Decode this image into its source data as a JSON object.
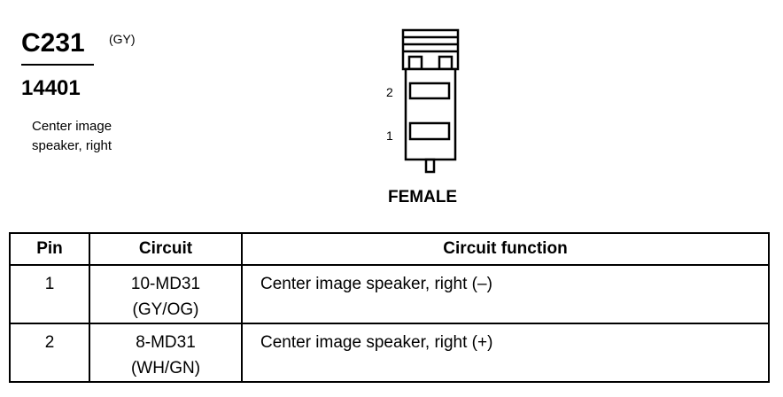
{
  "connector": {
    "code": "C231",
    "color": "(GY)",
    "part_number": "14401",
    "description": "Center image speaker, right",
    "gender": "FEMALE",
    "cavity_labels": [
      "2",
      "1"
    ]
  },
  "table": {
    "headers": [
      "Pin",
      "Circuit",
      "Circuit function"
    ],
    "rows": [
      {
        "pin": "1",
        "circuit": "10-MD31",
        "wire_color": "(GY/OG)",
        "function": "Center image speaker, right (–)"
      },
      {
        "pin": "2",
        "circuit": "8-MD31",
        "wire_color": "(WH/GN)",
        "function": "Center image speaker, right (+)"
      }
    ]
  }
}
